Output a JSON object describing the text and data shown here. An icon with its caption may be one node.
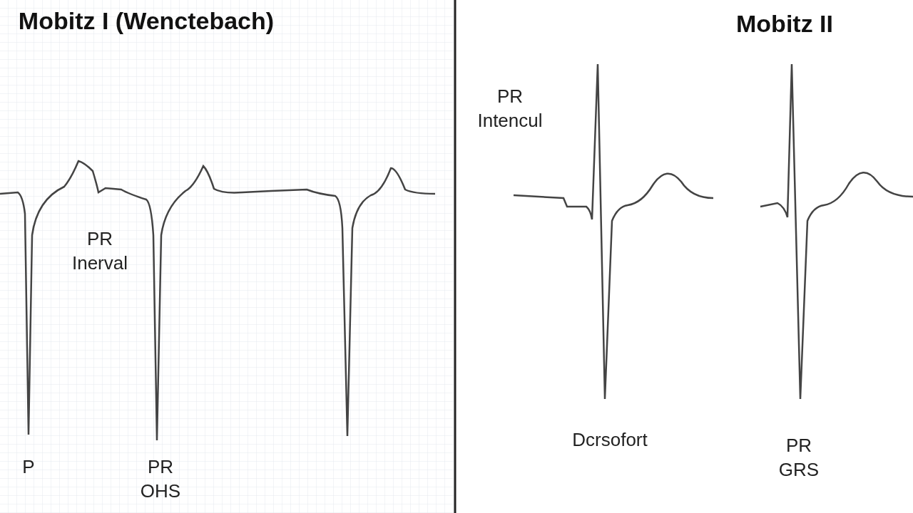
{
  "diagram": {
    "labels": [
      "Mobitz I (Wenctebach)",
      "PR Inerval",
      "P",
      "PR OHS",
      "Mobitz II",
      "PR Intencul",
      "Dcrsofort",
      "PR GRS"
    ]
  }
}
